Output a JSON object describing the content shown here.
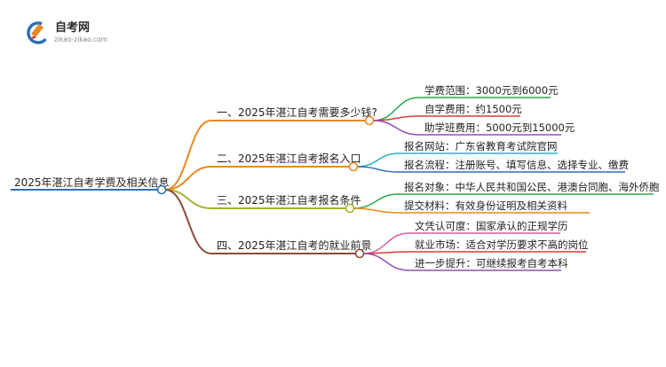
{
  "logo": {
    "name": "自考网",
    "url_text": "zikao-zikao.com"
  },
  "mindmap": {
    "root": {
      "label": "2025年湛江自考学费及相关信息",
      "color": "#2f6fb5"
    },
    "branches": [
      {
        "label": "一、2025年湛江自考需要多少钱?",
        "color": "#e8891e",
        "leaves": [
          {
            "label": "学费范围：3000元到6000元",
            "color": "#2aa84a"
          },
          {
            "label": "自学费用：约1500元",
            "color": "#d63a3a"
          },
          {
            "label": "助学班费用：5000元到15000元",
            "color": "#8e4fc0"
          }
        ]
      },
      {
        "label": "二、2025年湛江自考报名入口",
        "color": "#e8891e",
        "leaves": [
          {
            "label": "报名网站：广东省教育考试院官网",
            "color": "#24b3c7"
          },
          {
            "label": "报名流程：注册账号、填写信息、选择专业、缴费",
            "color": "#2f6fb5"
          }
        ]
      },
      {
        "label": "三、2025年湛江自考报名条件",
        "color": "#a3b22c",
        "leaves": [
          {
            "label": "报名对象：中华人民共和国公民、港澳台同胞、海外侨胞",
            "color": "#2aa84a"
          },
          {
            "label": "提交材料：有效身份证明及相关资料",
            "color": "#e8891e"
          }
        ]
      },
      {
        "label": "四、2025年湛江自考的就业前景",
        "color": "#8b4a3c",
        "leaves": [
          {
            "label": "文凭认可度：国家承认的正规学历",
            "color": "#e05a9c"
          },
          {
            "label": "就业市场：适合对学历要求不高的岗位",
            "color": "#d63a3a"
          },
          {
            "label": "进一步提升：可继续报考自考本科",
            "color": "#8e4fc0"
          }
        ]
      }
    ]
  }
}
